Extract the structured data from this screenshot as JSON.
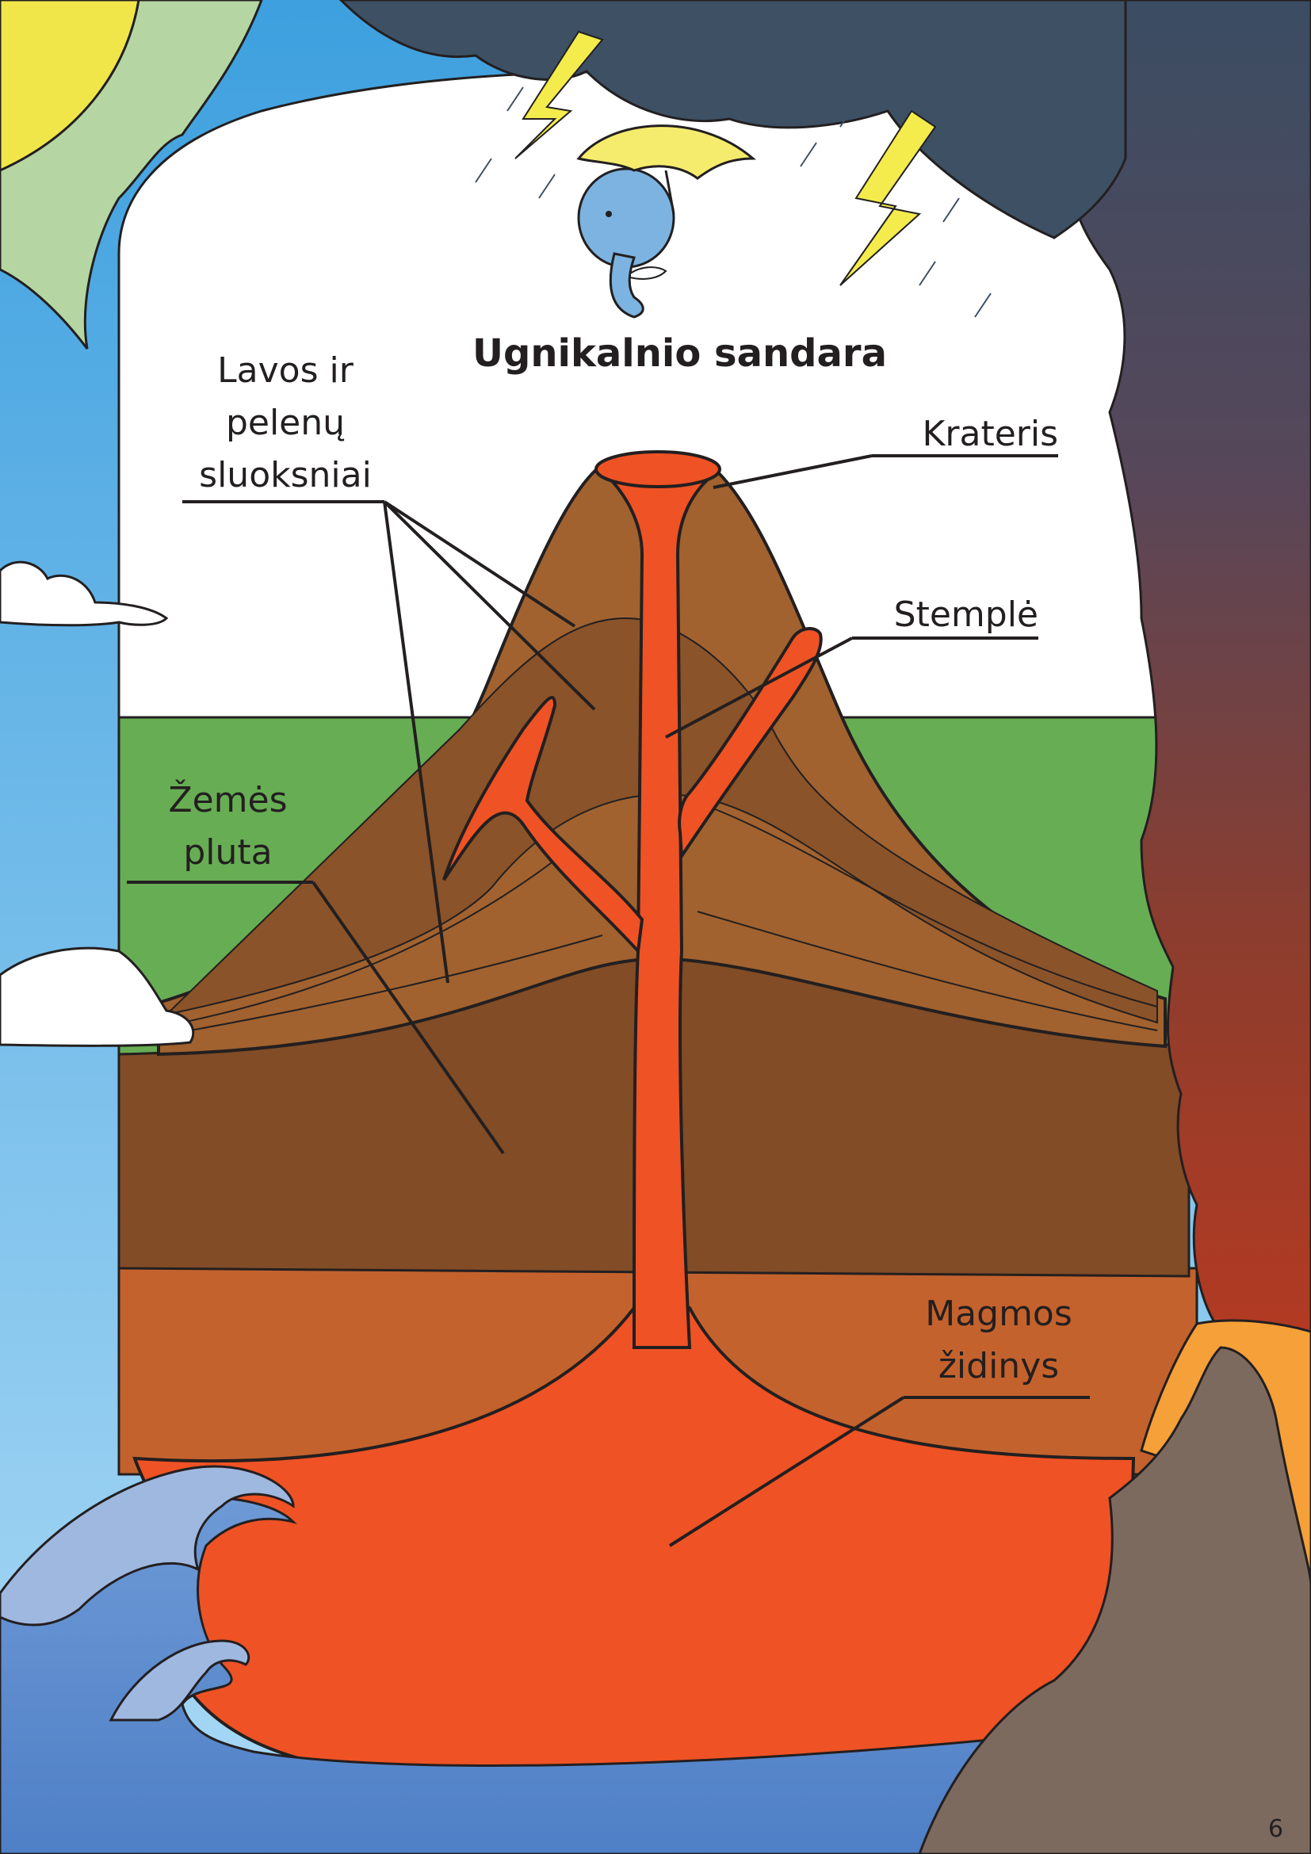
{
  "title": "Ugnikalnio sandara",
  "page_number": "6",
  "labels": {
    "layers": [
      "Lavos ir",
      "pelenų",
      "sluoksniai"
    ],
    "crater": "Krateris",
    "conduit": "Stemplė",
    "crust": [
      "Žemės",
      "pluta"
    ],
    "magma_chamber": [
      "Magmos",
      "židinys"
    ]
  },
  "colors": {
    "sky": "#ffffff",
    "sky_blue": "#7fc2ea",
    "grass": "#67ad54",
    "sun": "#f0e64a",
    "storm_cloud": "#3d5064",
    "cone": "#a1622f",
    "cone_dark": "#8b5329",
    "crust": "#814c26",
    "crust_lower": "#c4622d",
    "lava": "#ef5224",
    "sea": "#5e8ed0",
    "wave": "#9fb8e0",
    "rock": "#7d6a5e",
    "lightning": "#f3ec4c",
    "umbrella": "#f5ec6e",
    "elephant": "#7cb3e0"
  }
}
